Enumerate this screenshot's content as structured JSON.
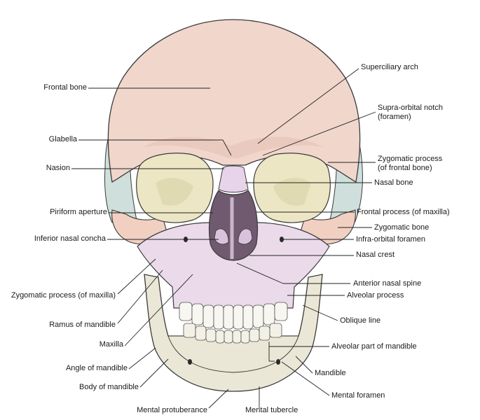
{
  "diagram": {
    "colors": {
      "frontal": "#f1d6cc",
      "frontal_shade": "#e6c2b6",
      "maxilla": "#eadaea",
      "maxilla_shade": "#d9c3dc",
      "mandible": "#ebe7d6",
      "mandible_shade": "#d8d2b8",
      "orbit": "#ece6c4",
      "temporal": "#cfe0dc",
      "temporal_blue": "#b9cfdc",
      "zygomatic": "#f1d0c2",
      "nasal": "#e8d4ea",
      "teeth": "#f7f6f1",
      "outline": "#3b3b3b",
      "leader": "#222222"
    },
    "labels_left": [
      {
        "id": "frontal-bone",
        "text": "Frontal bone"
      },
      {
        "id": "glabella",
        "text": "Glabella"
      },
      {
        "id": "nasion",
        "text": "Nasion"
      },
      {
        "id": "piriform-aperture",
        "text": "Piriform aperture"
      },
      {
        "id": "inferior-nasal-concha",
        "text": "Inferior nasal concha"
      },
      {
        "id": "zygomatic-process-maxilla",
        "text": "Zygomatic process (of maxilla)"
      },
      {
        "id": "ramus-of-mandible",
        "text": "Ramus of mandible"
      },
      {
        "id": "maxilla",
        "text": "Maxilla"
      },
      {
        "id": "angle-of-mandible",
        "text": "Angle of mandible"
      },
      {
        "id": "body-of-mandible",
        "text": "Body of mandible"
      },
      {
        "id": "mental-protuberance",
        "text": "Mental protuberance"
      }
    ],
    "labels_right": [
      {
        "id": "superciliary-arch",
        "text": "Superciliary arch"
      },
      {
        "id": "supra-orbital-notch",
        "text": "Supra-orbital notch",
        "text2": "(foramen)"
      },
      {
        "id": "zygomatic-process-frontal",
        "text": "Zygomatic process",
        "text2": "(of frontal bone)"
      },
      {
        "id": "nasal-bone",
        "text": "Nasal bone"
      },
      {
        "id": "frontal-process-maxilla",
        "text": "Frontal process (of maxilla)"
      },
      {
        "id": "zygomatic-bone",
        "text": "Zygomatic bone"
      },
      {
        "id": "infra-orbital-foramen",
        "text": "Infra-orbital foramen"
      },
      {
        "id": "nasal-crest",
        "text": "Nasal crest"
      },
      {
        "id": "anterior-nasal-spine",
        "text": "Anterior nasal spine"
      },
      {
        "id": "alveolar-process",
        "text": "Alveolar process"
      },
      {
        "id": "oblique-line",
        "text": "Oblique line"
      },
      {
        "id": "alveolar-part-of-mandible",
        "text": "Alveolar part of mandible"
      },
      {
        "id": "mandible",
        "text": "Mandible"
      },
      {
        "id": "mental-foramen",
        "text": "Mental foramen"
      },
      {
        "id": "mental-tubercle",
        "text": "Mental tubercle"
      }
    ]
  }
}
